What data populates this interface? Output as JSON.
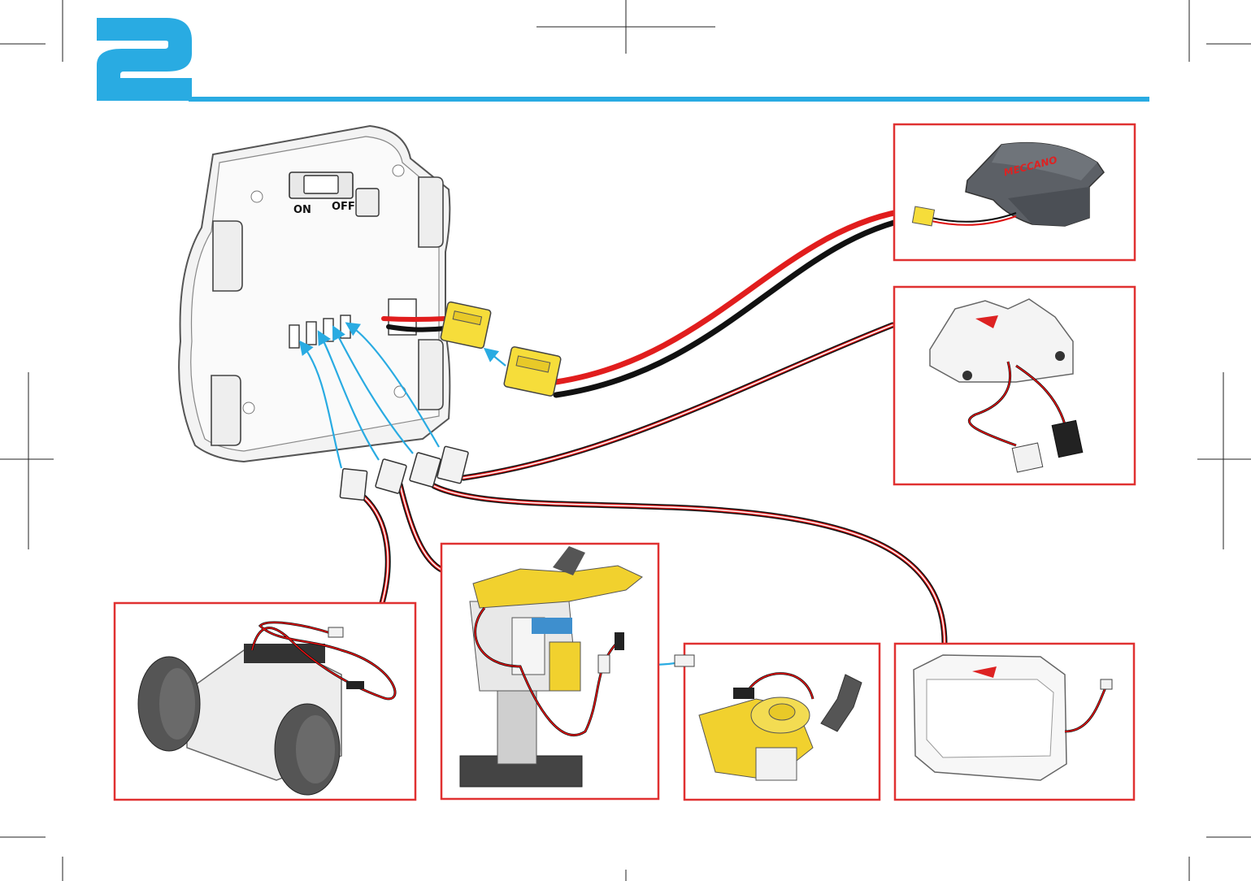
{
  "step": {
    "number": "2",
    "color": "#29abe2"
  },
  "switch_labels": {
    "on": "ON",
    "off": "OFF"
  },
  "battery_logo": "MECCANO",
  "frame_color": "#e03131",
  "wire_colors": {
    "red": "#e11d1d",
    "black": "#111111",
    "connector": "#f6dd3a",
    "arrow": "#29abe2"
  },
  "icons": [
    "control-board",
    "battery-pack",
    "servo-hub-module",
    "wheel-motor-module",
    "servo-arm-module",
    "gripper-servo-module",
    "led-module"
  ]
}
